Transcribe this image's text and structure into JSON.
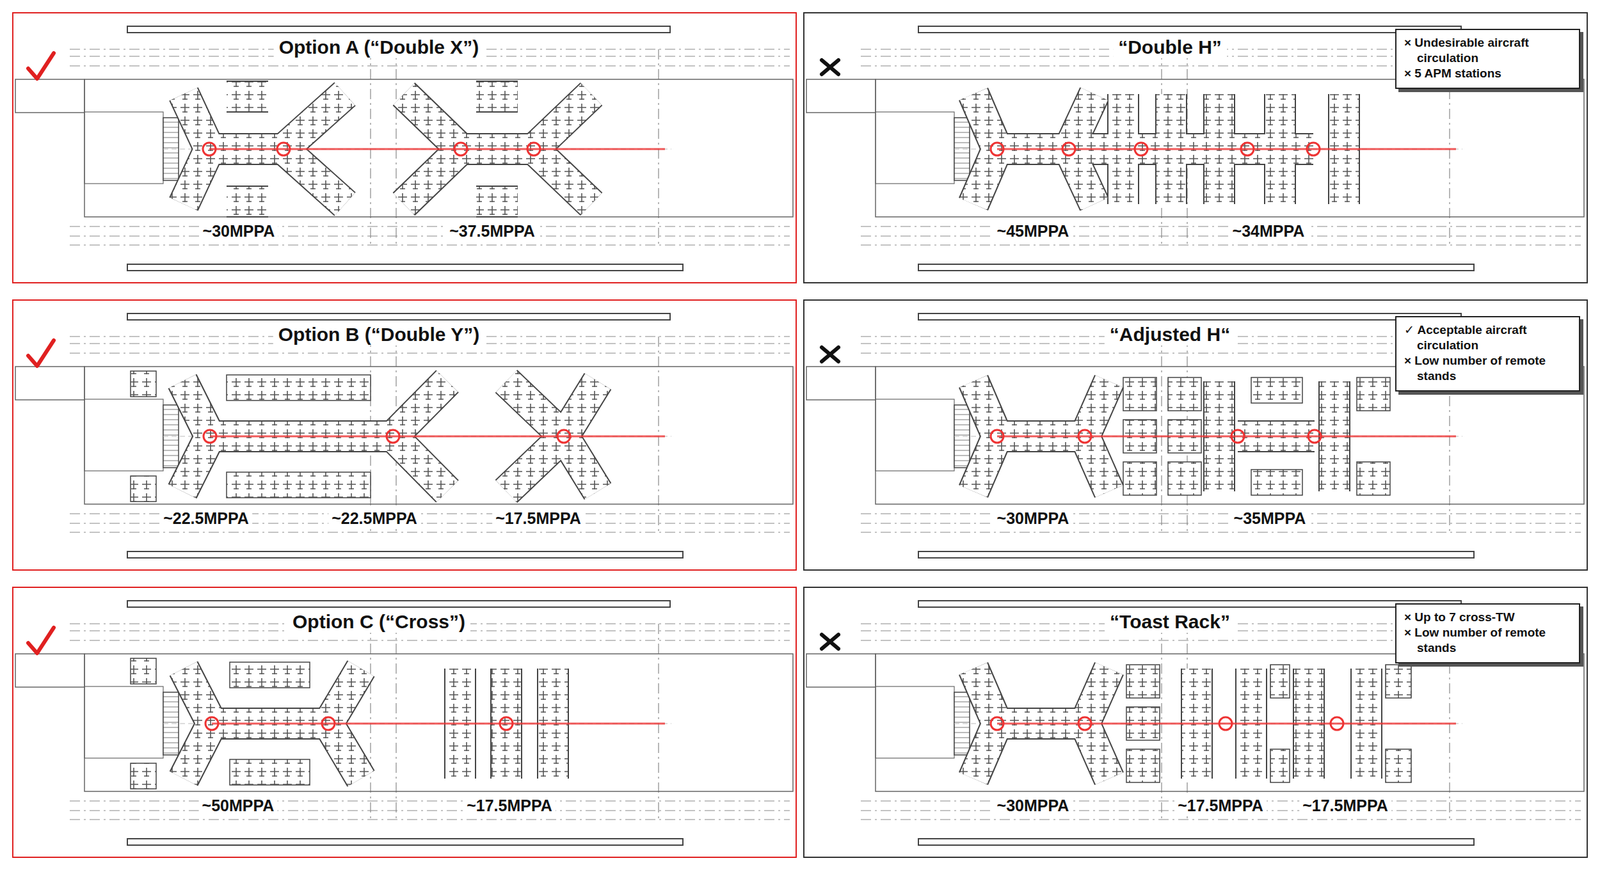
{
  "diagram": {
    "nodes": [
      {
        "text": [
          "Option A (“Double X”)"
        ]
      },
      {
        "text": [
          "“Double H”"
        ]
      },
      {
        "text": [
          "× Undesirable aircraft circulation",
          "× 5 APM stations"
        ],
        "in": 1
      },
      {
        "text": [
          "Option B (“Double Y”)"
        ]
      },
      {
        "text": [
          "“Adjusted H“"
        ]
      },
      {
        "text": [
          "✓ Acceptable aircraft circulation",
          "× Low number of remote stands"
        ],
        "in": 4
      },
      {
        "text": [
          "Option C (“Cross”)"
        ]
      },
      {
        "text": [
          "“Toast Rack”"
        ]
      },
      {
        "text": [
          "× Up to 7 cross-TW",
          "× Low number of remote stands"
        ],
        "in": 7
      }
    ],
    "labels": [
      "~30MPPA",
      "~37.5MPPA",
      "~45MPPA",
      "~34MPPA",
      "~22.5MPPA",
      "~22.5MPPA",
      "~17.5MPPA",
      "~30MPPA",
      "~35MPPA",
      "~50MPPA",
      "~17.5MPPA",
      "~30MPPA",
      "~17.5MPPA",
      "~17.5MPPA"
    ]
  }
}
